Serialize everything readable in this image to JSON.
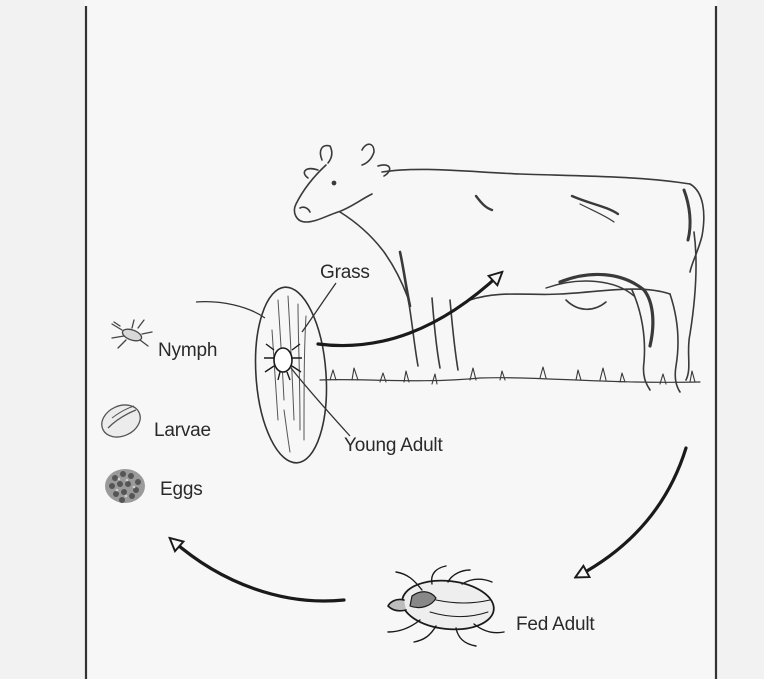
{
  "diagram": {
    "labels": {
      "grass": "Grass",
      "nymph": "Nymph",
      "larvae": "Larvae",
      "eggs": "Eggs",
      "young_adult": "Young Adult",
      "fed_adult": "Fed Adult"
    },
    "colors": {
      "background": "#f2f2f2",
      "panel": "#f7f7f7",
      "ink": "#1a1a1a",
      "sketch": "#3a3a3a"
    },
    "icons": [
      "cow-illustration",
      "tick-nymph-icon",
      "larvae-icon",
      "eggs-icon",
      "fed-adult-tick-icon",
      "grass-ellipse"
    ]
  }
}
